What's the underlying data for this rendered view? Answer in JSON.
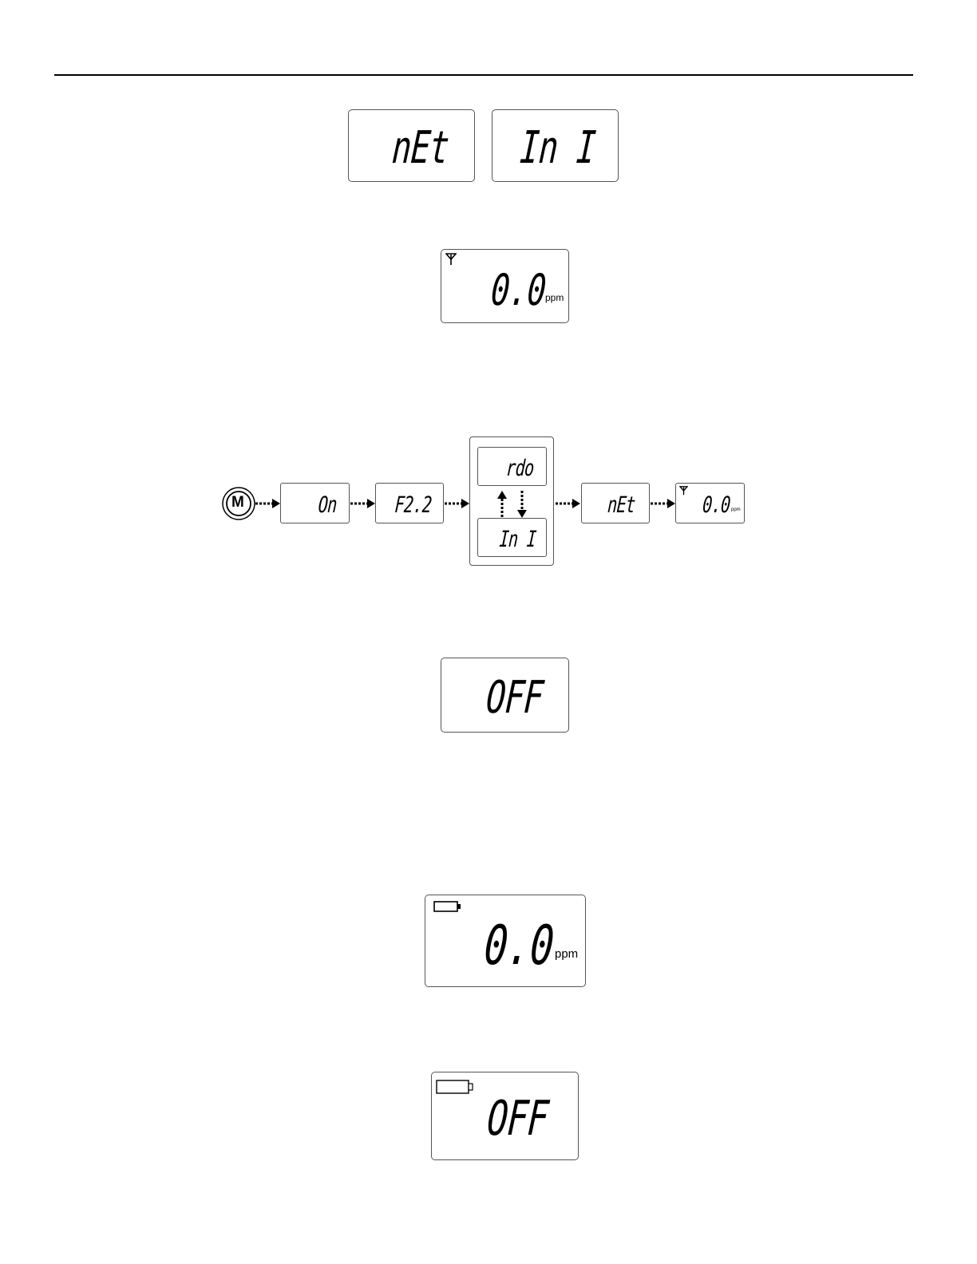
{
  "figure1": {
    "left_display": "nEt",
    "right_display": "In I"
  },
  "figure2": {
    "reading": "0.0",
    "unit": "ppm",
    "status_icon": "antenna-icon"
  },
  "sequence": {
    "button_label": "M",
    "step_on": "On",
    "step_fw": "F2.2",
    "step_radio": "rdo",
    "step_init": "In I",
    "step_net": "nEt",
    "step_reading": "0.0",
    "step_unit": "ppm"
  },
  "figure4": {
    "display": "OFF"
  },
  "figure5": {
    "reading": "0.0",
    "unit": "ppm",
    "status_icon": "battery-icon"
  },
  "figure6": {
    "display": "OFF",
    "status_icon": "battery-icon"
  }
}
